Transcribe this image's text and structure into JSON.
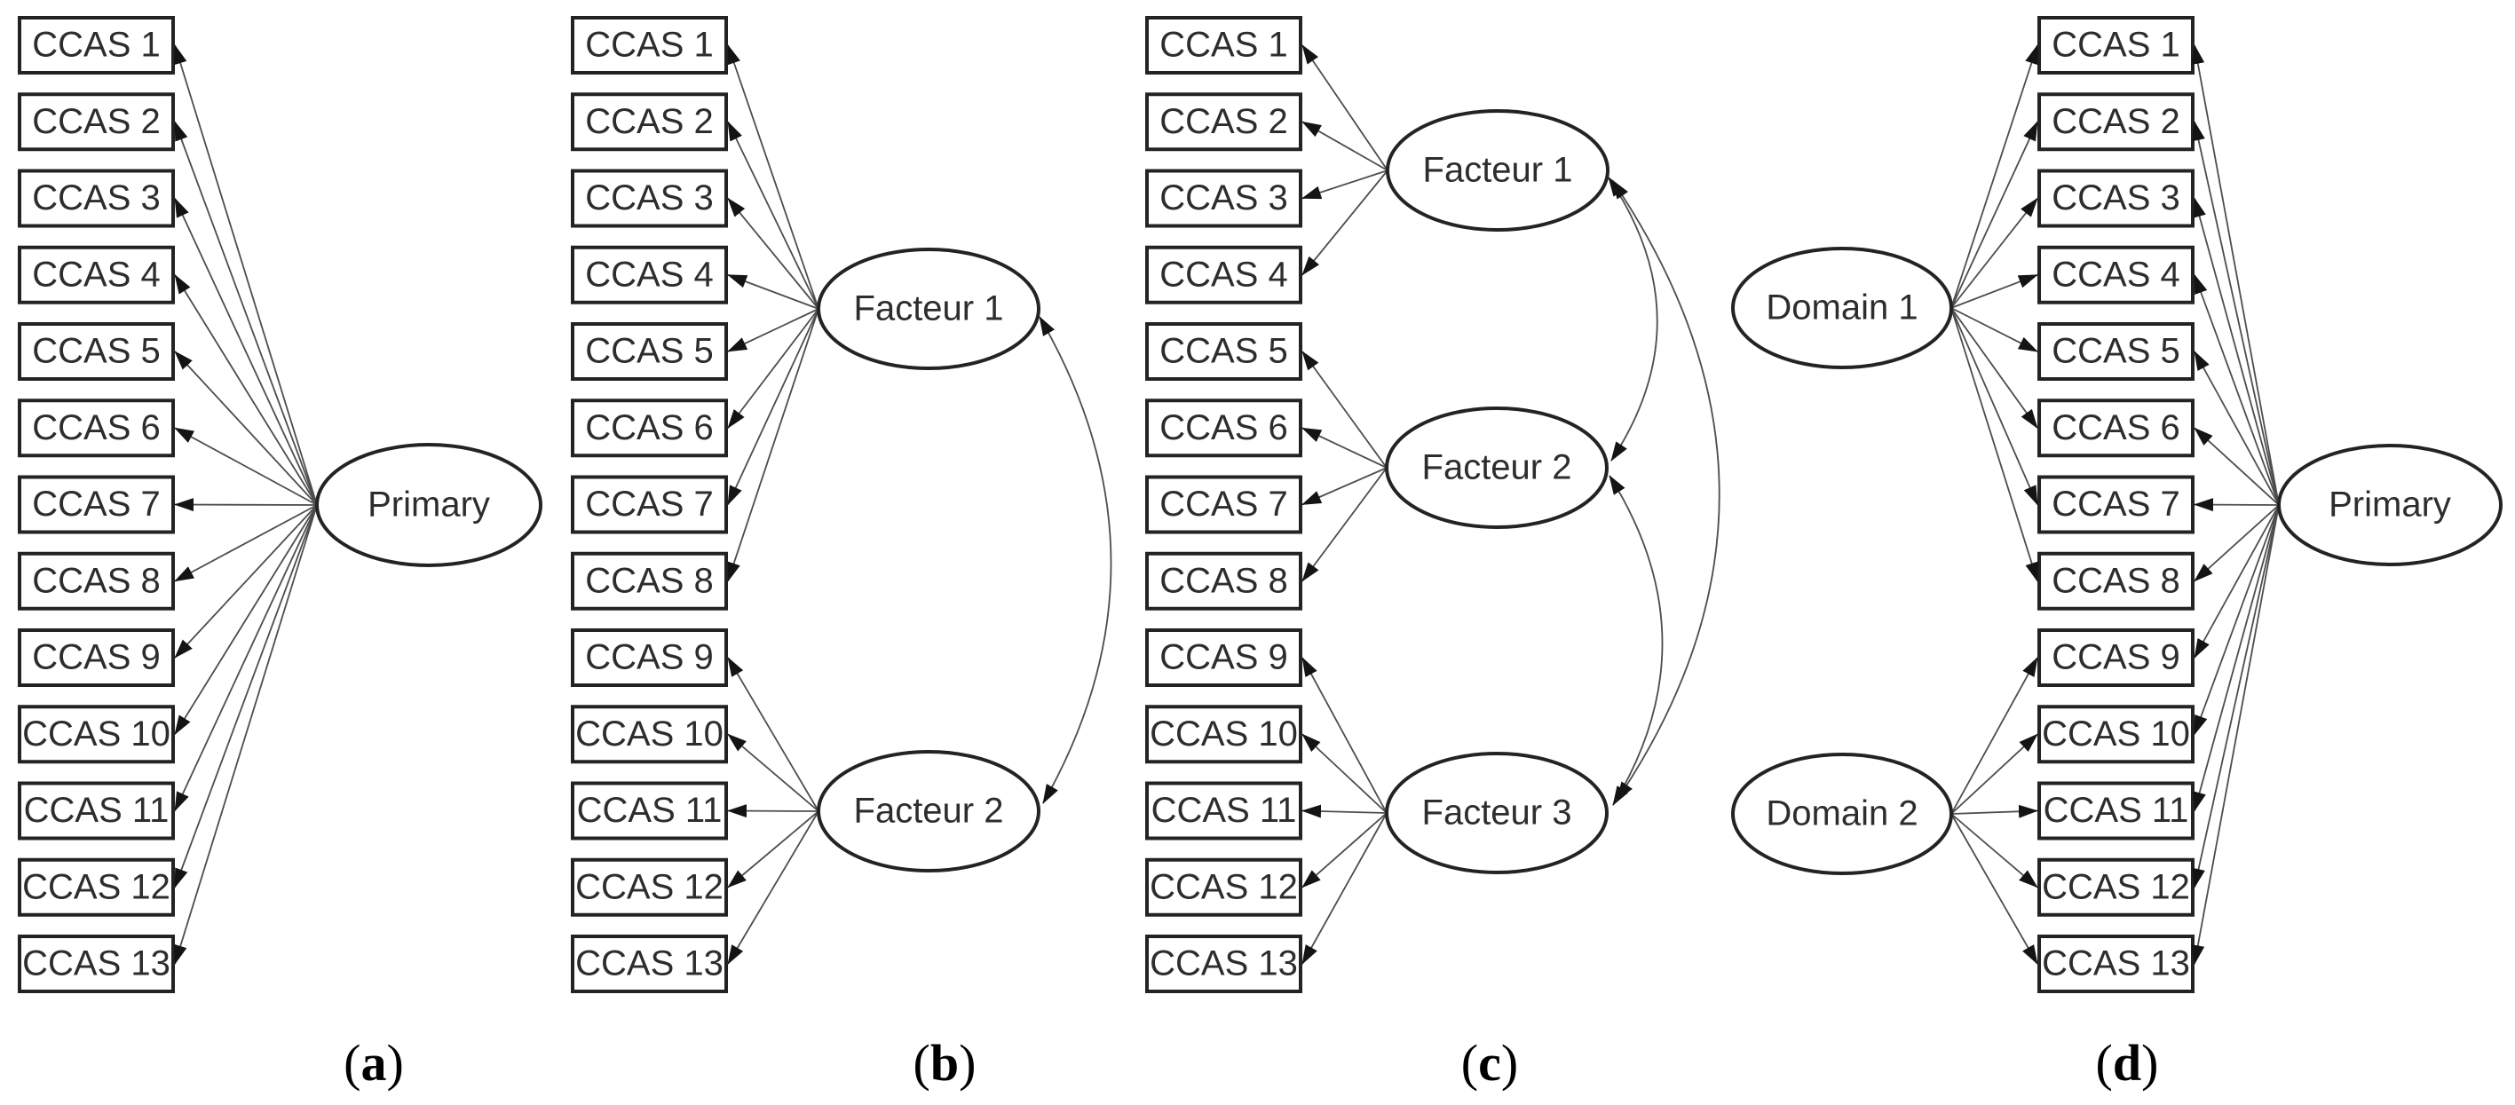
{
  "figure": {
    "type": "confirmatory-factor-analysis-path-diagrams",
    "panel_count": 4
  },
  "colors": {
    "background": "#ffffff",
    "box_border": "#232323",
    "box_fill": "#ffffff",
    "ellipse_border": "#232323",
    "ellipse_fill": "#ffffff",
    "line": "#4d4d4d",
    "arrowhead": "#141414",
    "label_text": "#2d2d2d",
    "caption_text": "#000000"
  },
  "indicators": [
    "CCAS 1",
    "CCAS 2",
    "CCAS 3",
    "CCAS 4",
    "CCAS 5",
    "CCAS 6",
    "CCAS 7",
    "CCAS 8",
    "CCAS 9",
    "CCAS 10",
    "CCAS 11",
    "CCAS 12",
    "CCAS 13"
  ],
  "panels": [
    {
      "id": "a",
      "caption": "(a)",
      "latents": [
        {
          "label": "Primary"
        }
      ]
    },
    {
      "id": "b",
      "caption": "(b)",
      "latents": [
        {
          "label": "Facteur 1"
        },
        {
          "label": "Facteur 2"
        }
      ]
    },
    {
      "id": "c",
      "caption": "(c)",
      "latents": [
        {
          "label": "Facteur 1"
        },
        {
          "label": "Facteur 2"
        },
        {
          "label": "Facteur 3"
        }
      ]
    },
    {
      "id": "d",
      "caption": "(d)",
      "latents": [
        {
          "label": "Domain 1"
        },
        {
          "label": "Domain 2"
        },
        {
          "label": "Primary"
        }
      ]
    }
  ]
}
